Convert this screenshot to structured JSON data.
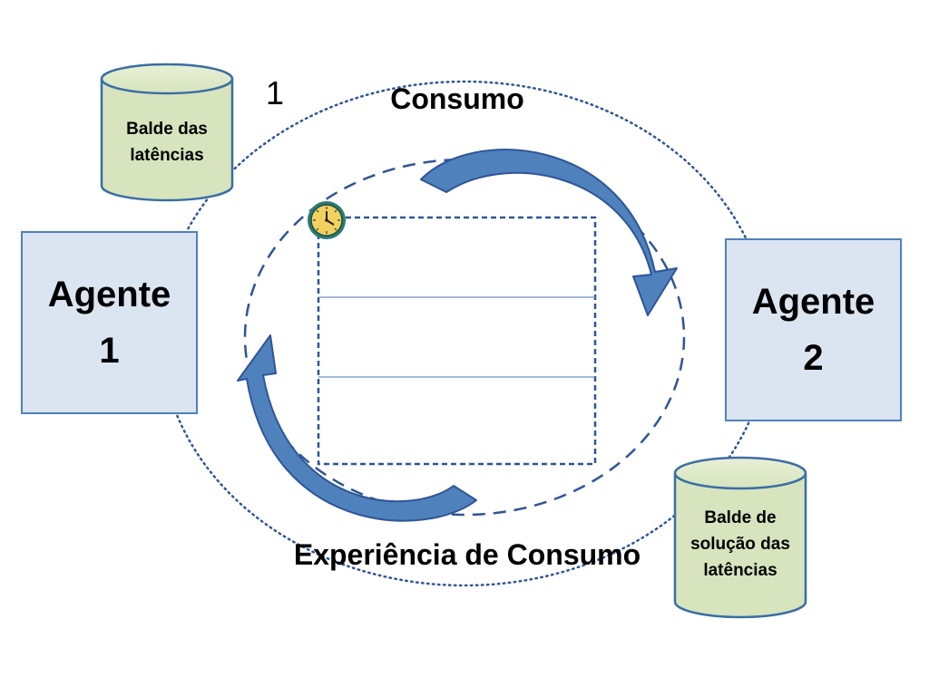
{
  "step_number": "1",
  "top_label": "Consumo",
  "bottom_label": "Experiência de Consumo",
  "agent_1": {
    "label": "Agente\n1"
  },
  "agent_2": {
    "label": "Agente\n2"
  },
  "bucket_left": {
    "label": "Balde das\nlatências"
  },
  "bucket_right": {
    "label": "Balde de\nsolução das\nlatências"
  },
  "colors": {
    "agent_fill": "#dbe5f1",
    "agent_border": "#4f81bd",
    "bucket_fill": "#d7e4bd",
    "bucket_border": "#3a6ea5",
    "arrow": "#4f81bd",
    "ring": "#2f5597",
    "clock_face": "#f1d25e"
  },
  "icons": [
    "clock-icon"
  ]
}
